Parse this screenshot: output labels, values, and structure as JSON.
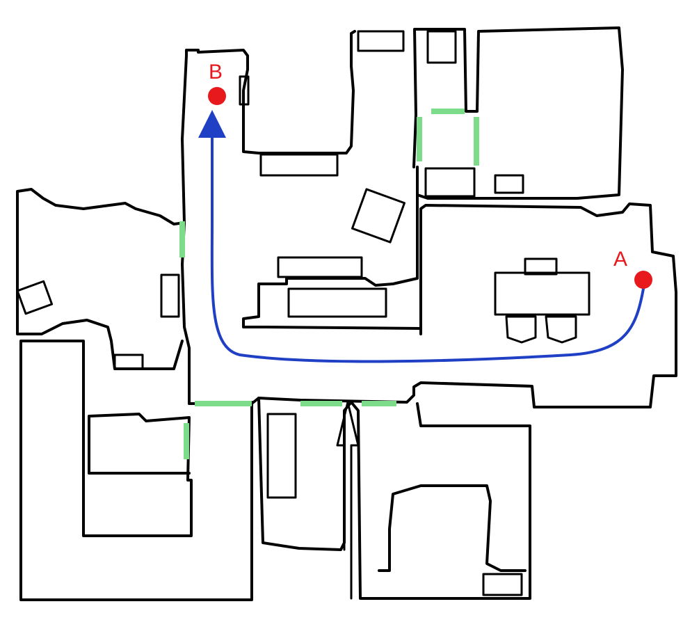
{
  "map": {
    "markers": [
      {
        "id": "A",
        "label": "A",
        "color": "#e8191d",
        "role": "start"
      },
      {
        "id": "B",
        "label": "B",
        "color": "#e8191d",
        "role": "destination"
      }
    ],
    "route": {
      "color": "#1f3fc4",
      "from": "A",
      "to": "B",
      "arrow_at": "B"
    },
    "doorway_color": "#7ddc8a",
    "wall_color": "#000000",
    "background": "#ffffff"
  }
}
